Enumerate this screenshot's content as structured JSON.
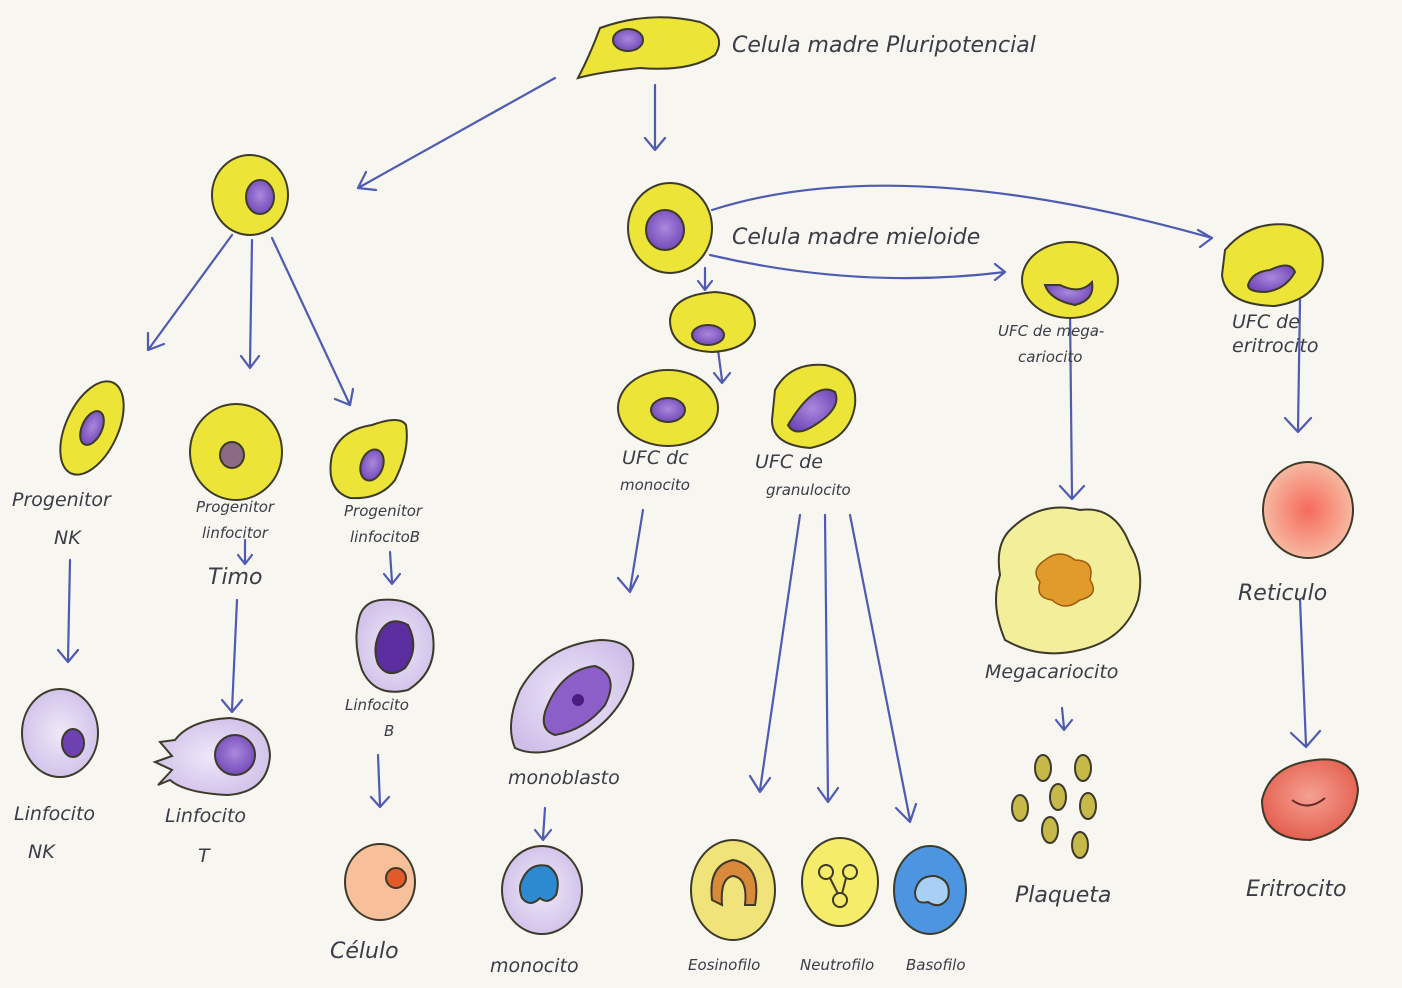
{
  "labels": {
    "pluripotent": "Celula madre Pluripotencial",
    "myeloid": "Celula madre mieloide",
    "prog_nk_1": "Progenitor",
    "prog_nk_2": "NK",
    "prog_t_1": "Progenitor",
    "prog_t_2": "linfocitor",
    "timo": "Timo",
    "prog_b_1": "Progenitor",
    "prog_b_2": "linfocitoB",
    "ufc_mono_1": "UFC dc",
    "ufc_mono_2": "monocito",
    "ufc_gran_1": "UFC de",
    "ufc_gran_2": "granulocito",
    "ufc_mega_1": "UFC de mega-",
    "ufc_mega_2": "cariocito",
    "ufc_eri_1": "UFC de",
    "ufc_eri_2": "eritrocito",
    "linf_nk_1": "Linfocito",
    "linf_nk_2": "NK",
    "linf_t_1": "Linfocito",
    "linf_t_2": "T",
    "linf_b_1": "Linfocito",
    "linf_b_2": "B",
    "celulo": "Célulo",
    "monoblasto": "monoblasto",
    "monocito": "monocito",
    "eosinofilo": "Eosinofilo",
    "neutrofilo": "Neutrofilo",
    "basofilo": "Basofilo",
    "megacariocito": "Megacariocito",
    "plaqueta": "Plaqueta",
    "reticulo": "Reticulo",
    "eritrocito": "Eritrocito"
  },
  "colors": {
    "stem_yellow": "#ece436",
    "nucleus_purple": "#8a62c8",
    "lymph_lavender": "#d9cdee",
    "arrow_blue": "#4f5bb0",
    "reticulocyte": "#f08a78",
    "erythrocyte": "#ee7a68",
    "basophil_blue": "#4d95e0",
    "platelet_olive": "#c7b84a"
  }
}
